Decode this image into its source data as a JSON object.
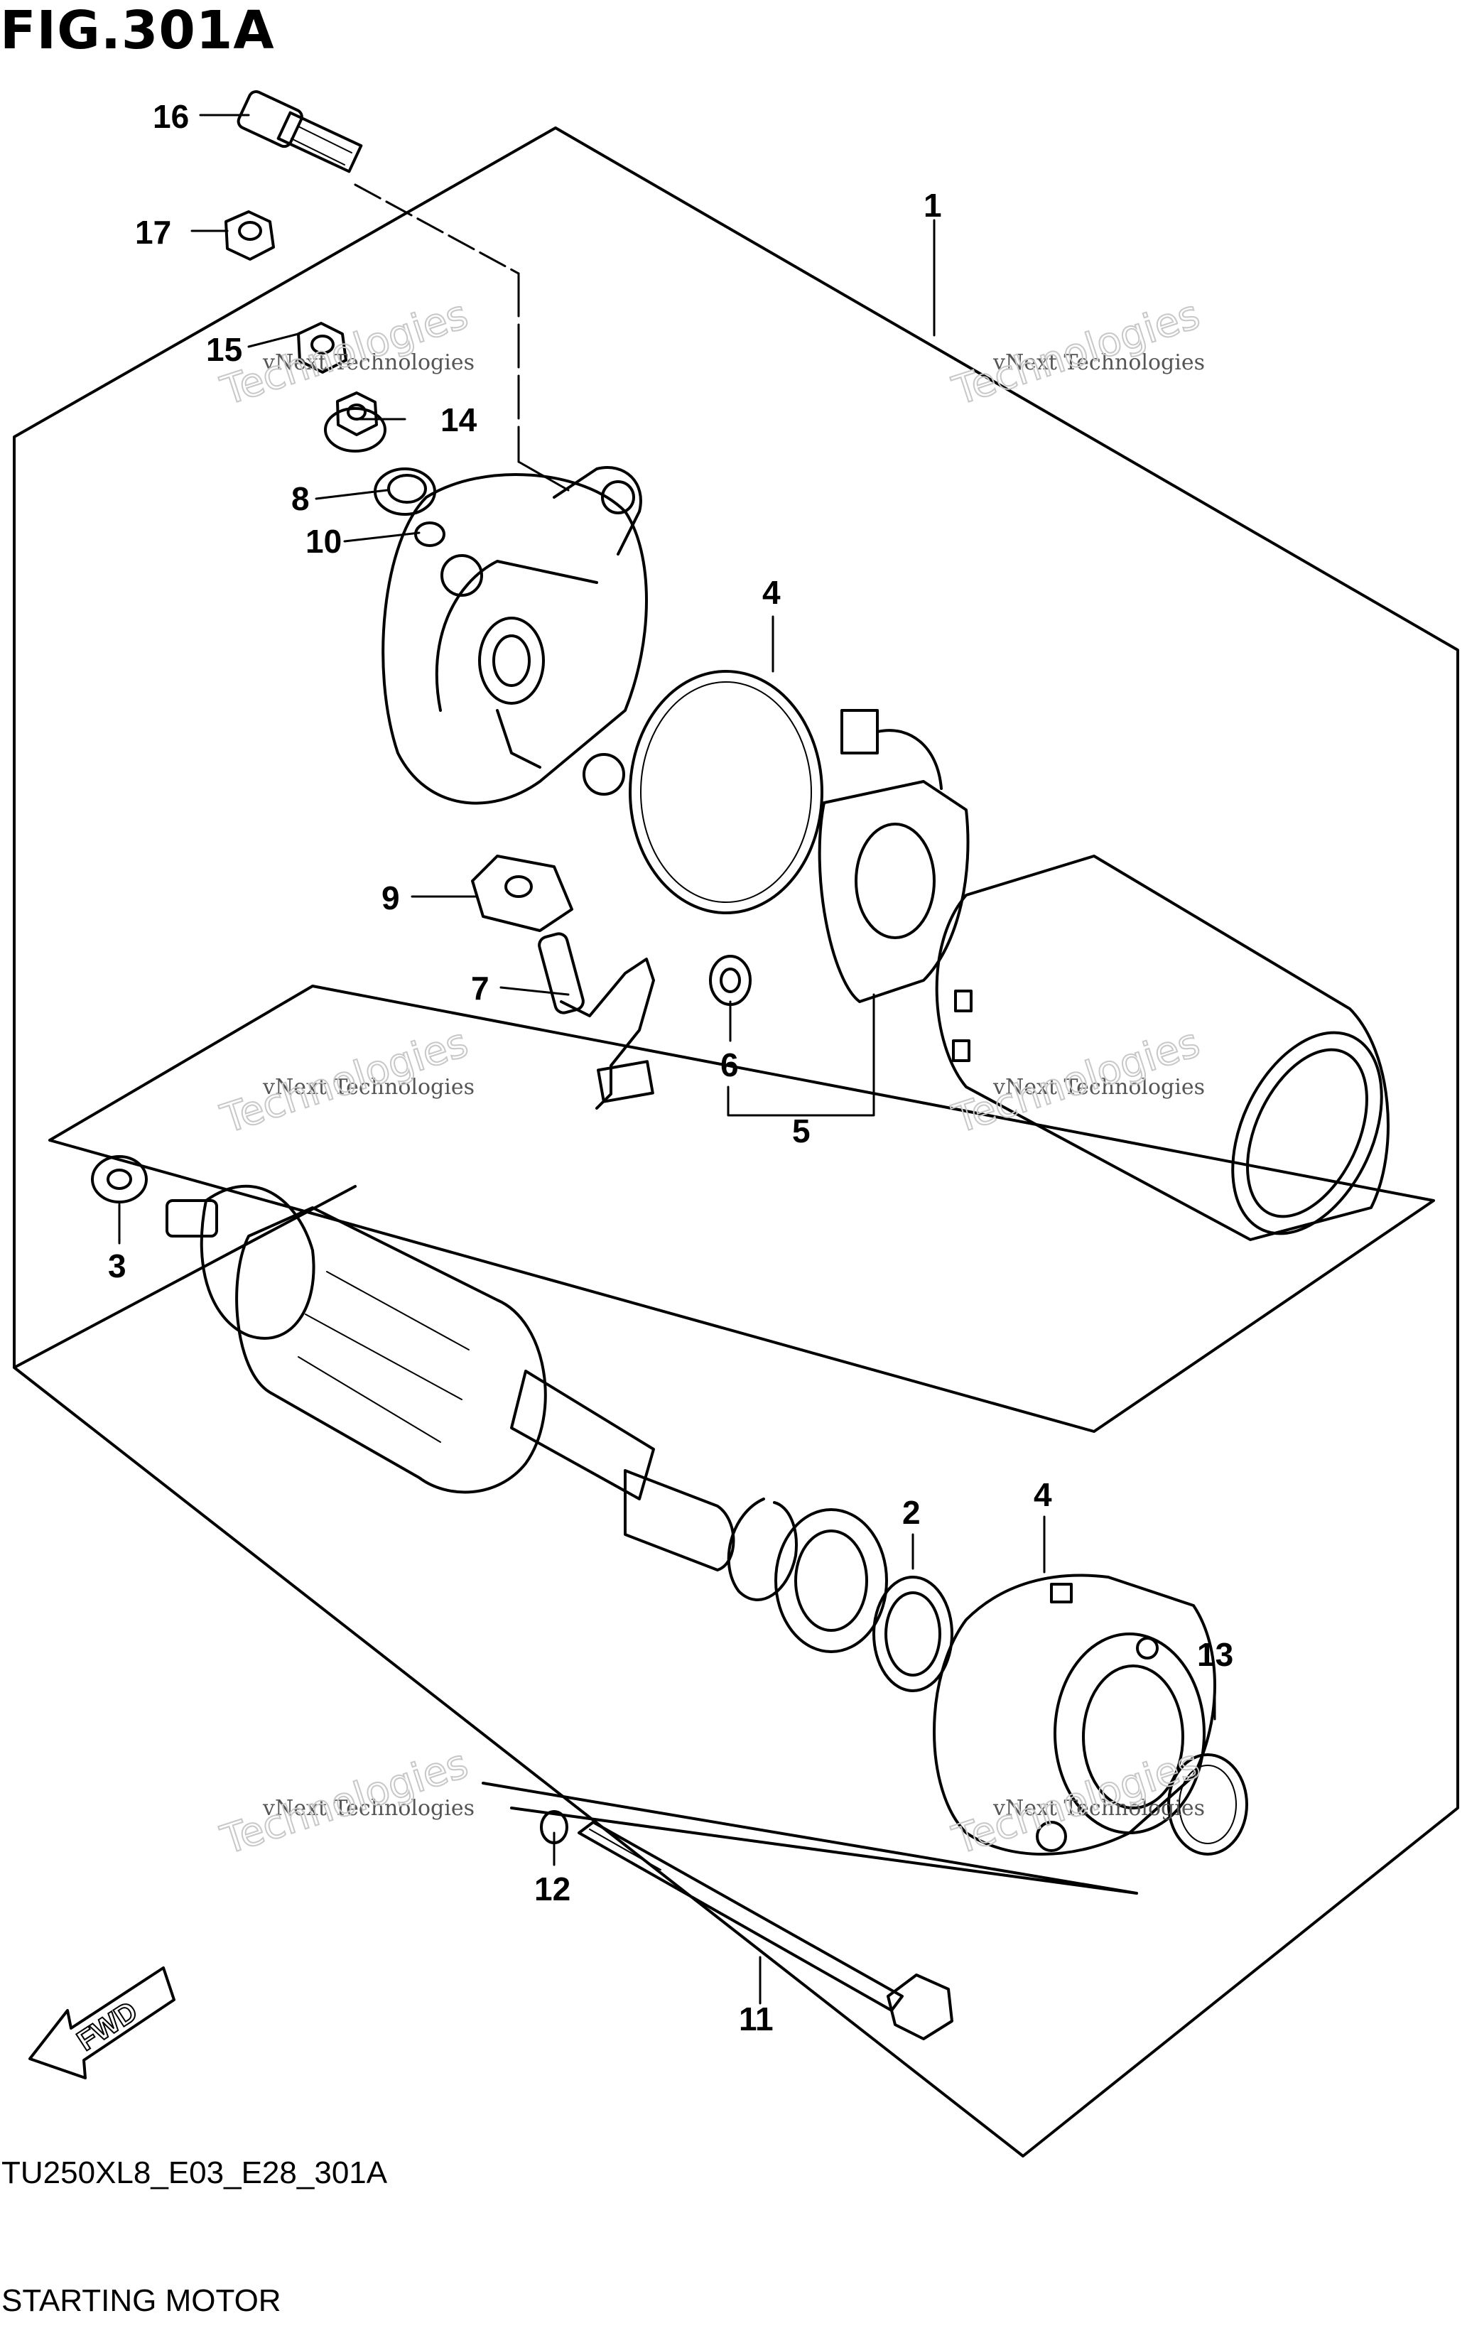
{
  "header": {
    "figure": "FIG.301A"
  },
  "footer": {
    "code": "TU250XL8_E03_E28_301A",
    "name": "STARTING MOTOR"
  },
  "callouts": {
    "c1": "1",
    "c2": "2",
    "c3": "3",
    "c4a": "4",
    "c4b": "4",
    "c5": "5",
    "c6": "6",
    "c7": "7",
    "c8": "8",
    "c9": "9",
    "c10": "10",
    "c11": "11",
    "c12": "12",
    "c13": "13",
    "c14": "14",
    "c15": "15",
    "c16": "16",
    "c17": "17"
  },
  "watermark": {
    "line1": "vNext Technologies",
    "line2": "Technologies",
    "line3": "vNext"
  },
  "fwd_label": "FWD"
}
